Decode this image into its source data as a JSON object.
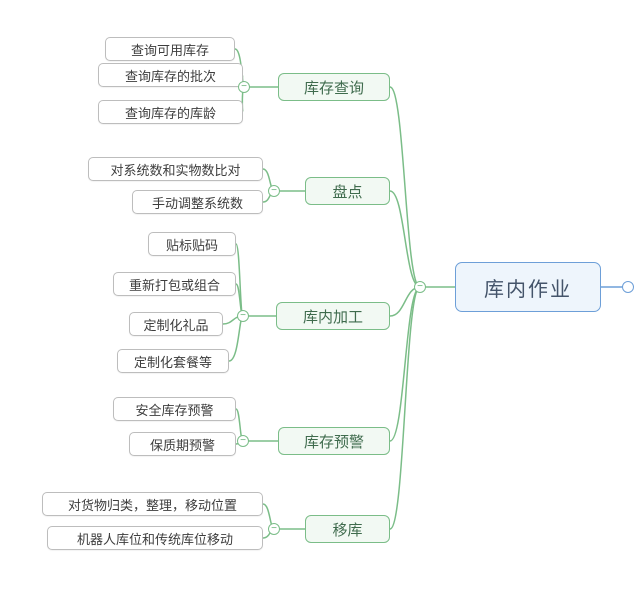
{
  "root": {
    "label": "库内作业"
  },
  "branches": [
    {
      "label": "库存查询",
      "children": [
        {
          "label": "查询可用库存"
        },
        {
          "label": "查询库存的批次"
        },
        {
          "label": "查询库存的库龄"
        }
      ]
    },
    {
      "label": "盘点",
      "children": [
        {
          "label": "对系统数和实物数比对"
        },
        {
          "label": "手动调整系统数"
        }
      ]
    },
    {
      "label": "库内加工",
      "children": [
        {
          "label": "贴标贴码"
        },
        {
          "label": "重新打包或组合"
        },
        {
          "label": "定制化礼品"
        },
        {
          "label": "定制化套餐等"
        }
      ]
    },
    {
      "label": "库存预警",
      "children": [
        {
          "label": "安全库存预警"
        },
        {
          "label": "保质期预警"
        }
      ]
    },
    {
      "label": "移库",
      "children": [
        {
          "label": "对货物归类，整理，移动位置"
        },
        {
          "label": "机器人库位和传统库位移动"
        }
      ]
    }
  ],
  "ui": {
    "collapse_glyph": "−"
  },
  "colors": {
    "root_border": "#6d9fd8",
    "root_fill": "#eef5fc",
    "root_text": "#44546a",
    "branch_border": "#7bbd88",
    "branch_fill": "#f2f9f3",
    "leaf_border": "#bdbdbd",
    "line_green": "#7bbd88",
    "line_blue": "#6d9fd8"
  }
}
